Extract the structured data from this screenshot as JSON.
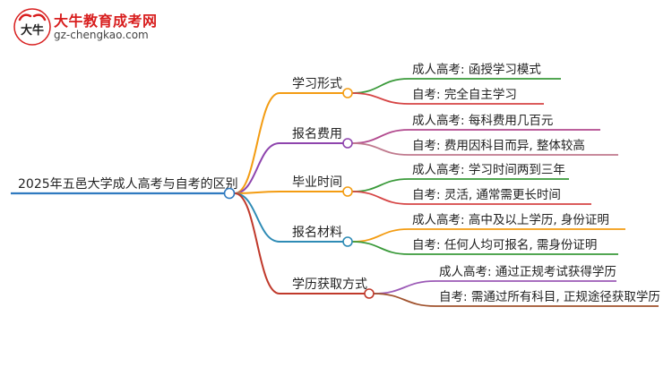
{
  "logo": {
    "title": "大牛教育成考网",
    "url": "gz-chengkao.com",
    "mark_text": "大牛"
  },
  "root": {
    "label": "2025年五邑大学成人高考与自考的区别",
    "color": "#2f7ac0"
  },
  "branches": [
    {
      "label": "学习形式",
      "color": "#f39c12",
      "children": [
        {
          "label": "成人高考: 函授学习模式",
          "color": "#3a9a3a"
        },
        {
          "label": "自考: 完全自主学习",
          "color": "#d64545"
        }
      ]
    },
    {
      "label": "报名费用",
      "color": "#8e44ad",
      "children": [
        {
          "label": "成人高考: 每科费用几百元",
          "color": "#b24a8e"
        },
        {
          "label": "自考: 费用因科目而异, 整体较高",
          "color": "#c07a8e"
        }
      ]
    },
    {
      "label": "毕业时间",
      "color": "#f39c12",
      "children": [
        {
          "label": "成人高考: 学习时间两到三年",
          "color": "#3a9a3a"
        },
        {
          "label": "自考: 灵活, 通常需更长时间",
          "color": "#d64545"
        }
      ]
    },
    {
      "label": "报名材料",
      "color": "#2e8bb5",
      "children": [
        {
          "label": "成人高考: 高中及以上学历, 身份证明",
          "color": "#f39c12"
        },
        {
          "label": "自考: 任何人均可报名, 需身份证明",
          "color": "#3a9a3a"
        }
      ]
    },
    {
      "label": "学历获取方式",
      "color": "#c0392b",
      "children": [
        {
          "label": "成人高考: 通过正规考试获得学历",
          "color": "#9b59b6"
        },
        {
          "label": "自考: 需通过所有科目, 正规途径获取学历",
          "color": "#a0522d"
        }
      ]
    }
  ]
}
